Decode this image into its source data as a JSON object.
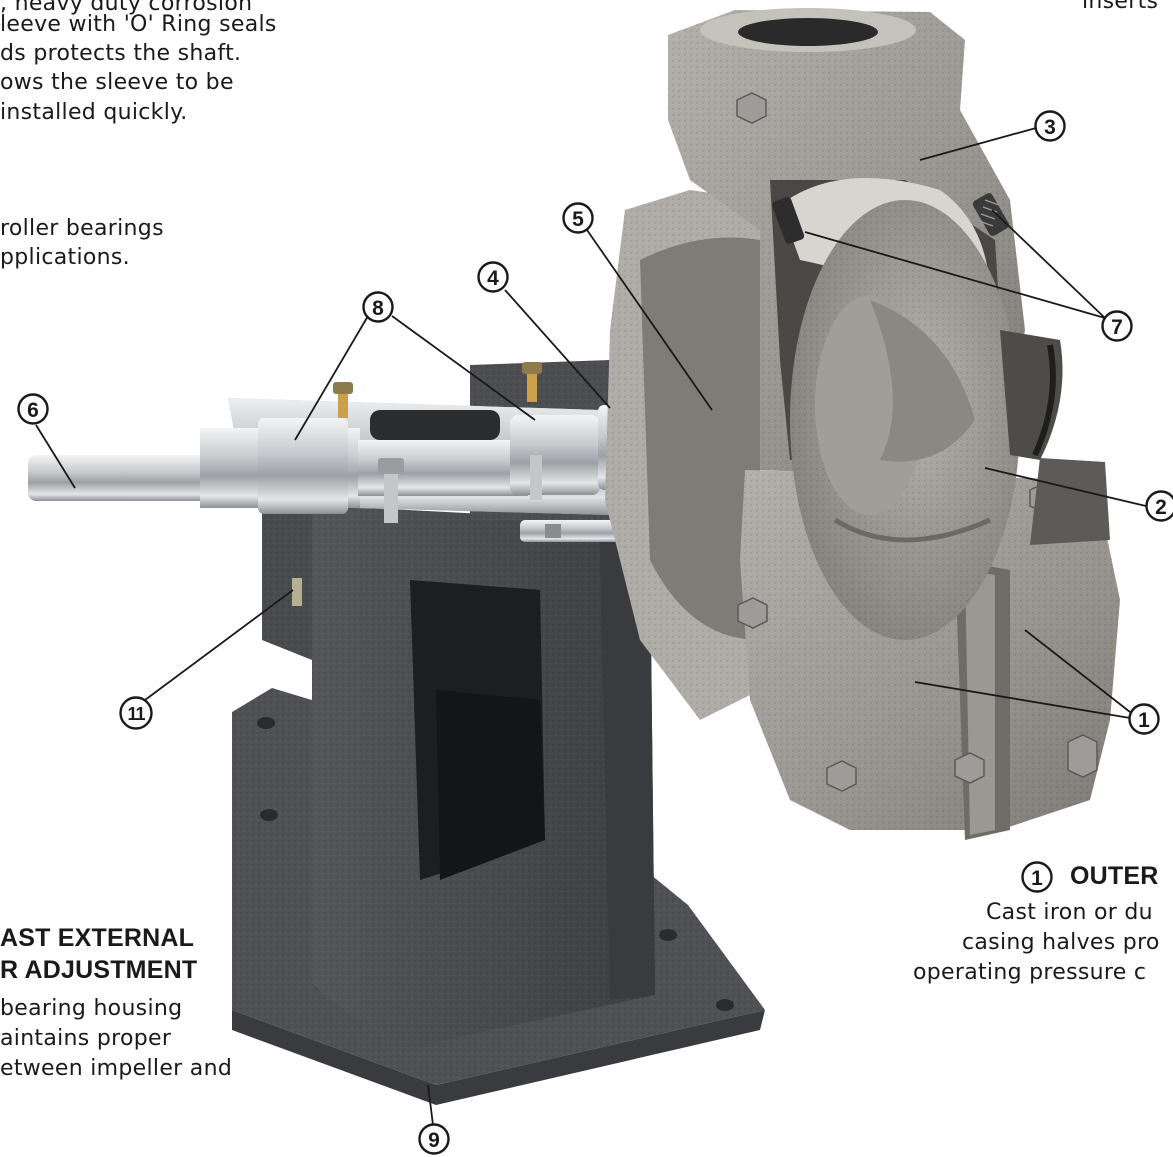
{
  "text_blocks": {
    "shaft_sleeve": [
      ", heavy duty corrosion",
      "leeve with 'O' Ring seals",
      "ds protects the shaft.",
      "ows the sleeve to be",
      " installed quickly."
    ],
    "bearings": [
      " roller bearings",
      "pplications."
    ],
    "top_right": [
      "inserts"
    ],
    "impeller_adjust_heading": [
      "AST EXTERNAL",
      "R ADJUSTMENT"
    ],
    "impeller_adjust": [
      "bearing housing",
      "aintains proper",
      "etween impeller and"
    ],
    "outer_casing_heading": {
      "number": "1",
      "label": "OUTER"
    },
    "outer_casing": [
      "Cast iron or du",
      "casing halves pro",
      "operating pressure c"
    ]
  },
  "callouts": [
    {
      "id": "c1",
      "number": "1"
    },
    {
      "id": "c2",
      "number": "2"
    },
    {
      "id": "c3",
      "number": "3"
    },
    {
      "id": "c4",
      "number": "4"
    },
    {
      "id": "c5",
      "number": "5"
    },
    {
      "id": "c6",
      "number": "6"
    },
    {
      "id": "c7",
      "number": "7"
    },
    {
      "id": "c8",
      "number": "8"
    },
    {
      "id": "c9",
      "number": "9"
    },
    {
      "id": "c11",
      "number": "11"
    }
  ],
  "colors": {
    "iron_dark": "#4a4b4e",
    "iron_mid": "#5e5f62",
    "casing_light": "#a9a6a0",
    "casing_mid": "#8f8c86",
    "steel": "#d6d8da",
    "text": "#1a1a1a"
  }
}
